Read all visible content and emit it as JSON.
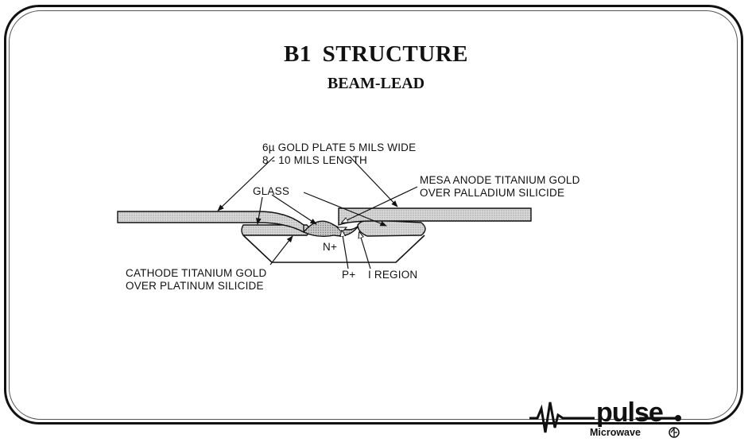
{
  "title": "B1  STRUCTURE",
  "subtitle": "BEAM-LEAD",
  "labels": {
    "gold_plate_line1": "6µ GOLD PLATE 5 MILS WIDE",
    "gold_plate_line2": "8 - 10 MILS LENGTH",
    "glass": "GLASS",
    "mesa_line1": "MESA ANODE TITANIUM GOLD",
    "mesa_line2": "OVER PALLADIUM SILICIDE",
    "n_plus": "N+",
    "cathode_line1": "CATHODE TITANIUM GOLD",
    "cathode_line2": "OVER PLATINUM SILICIDE",
    "p_plus": "P+",
    "i_region": "I REGION"
  },
  "logo": {
    "word": "pulse",
    "sub": "Microwave"
  }
}
